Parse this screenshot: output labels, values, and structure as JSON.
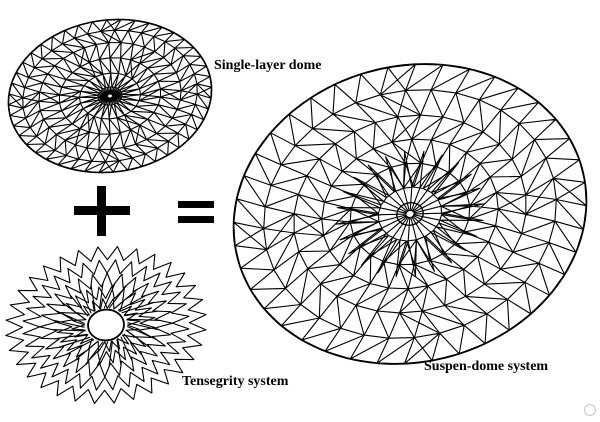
{
  "labels": {
    "single_layer": "Single-layer dome",
    "tensegrity": "Tensegrity system",
    "suspen_dome": "Suspen-dome system"
  },
  "operators": {
    "plus": "+",
    "equals": "="
  },
  "colors": {
    "line": "#000000",
    "background": "#ffffff"
  }
}
